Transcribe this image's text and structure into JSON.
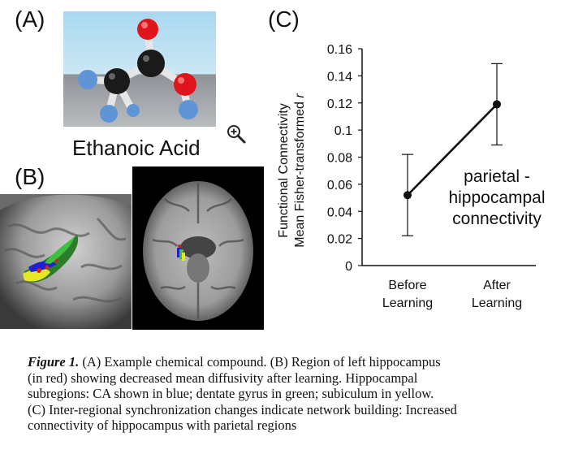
{
  "panels": {
    "a_label": "(A)",
    "b_label": "(B)",
    "c_label": "(C)"
  },
  "molecule": {
    "caption": "Ethanoic Acid",
    "zoom_icon": "zoom-in-icon",
    "colors": {
      "oxygen": "#e0141c",
      "carbon": "#1a1a1a",
      "hydrogen": "#5f95d6",
      "bond": "#e6e6e6"
    }
  },
  "chart_data": {
    "type": "line",
    "categories": [
      "Before\nLearning",
      "After\nLearning"
    ],
    "series": [
      {
        "name": "parietal - hippocampal connectivity",
        "values": [
          0.052,
          0.119
        ],
        "error": [
          0.03,
          0.03
        ]
      }
    ],
    "ylabel_line1": "Functional Connectivity",
    "ylabel_line2": "Mean Fisher-transformed r",
    "yticks": [
      "0",
      "0.02",
      "0.04",
      "0.06",
      "0.08",
      "0.1",
      "0.12",
      "0.14",
      "0.16"
    ],
    "ylim": [
      0,
      0.16
    ],
    "annotation": [
      "parietal -",
      "hippocampal",
      "connectivity"
    ],
    "grid": false
  },
  "caption": {
    "figure_label": "Figure 1.",
    "line1": " (A) Example chemical compound.  (B) Region of left hippocampus",
    "line2": "(in red) showing decreased mean diffusivity after learning. Hippocampal",
    "line3": "subregions: CA shown in blue; dentate gyrus in green; subiculum in yellow.",
    "line4": "(C) Inter-regional synchronization changes indicate network building: Increased",
    "line5": "connectivity of hippocampus with parietal regions"
  }
}
